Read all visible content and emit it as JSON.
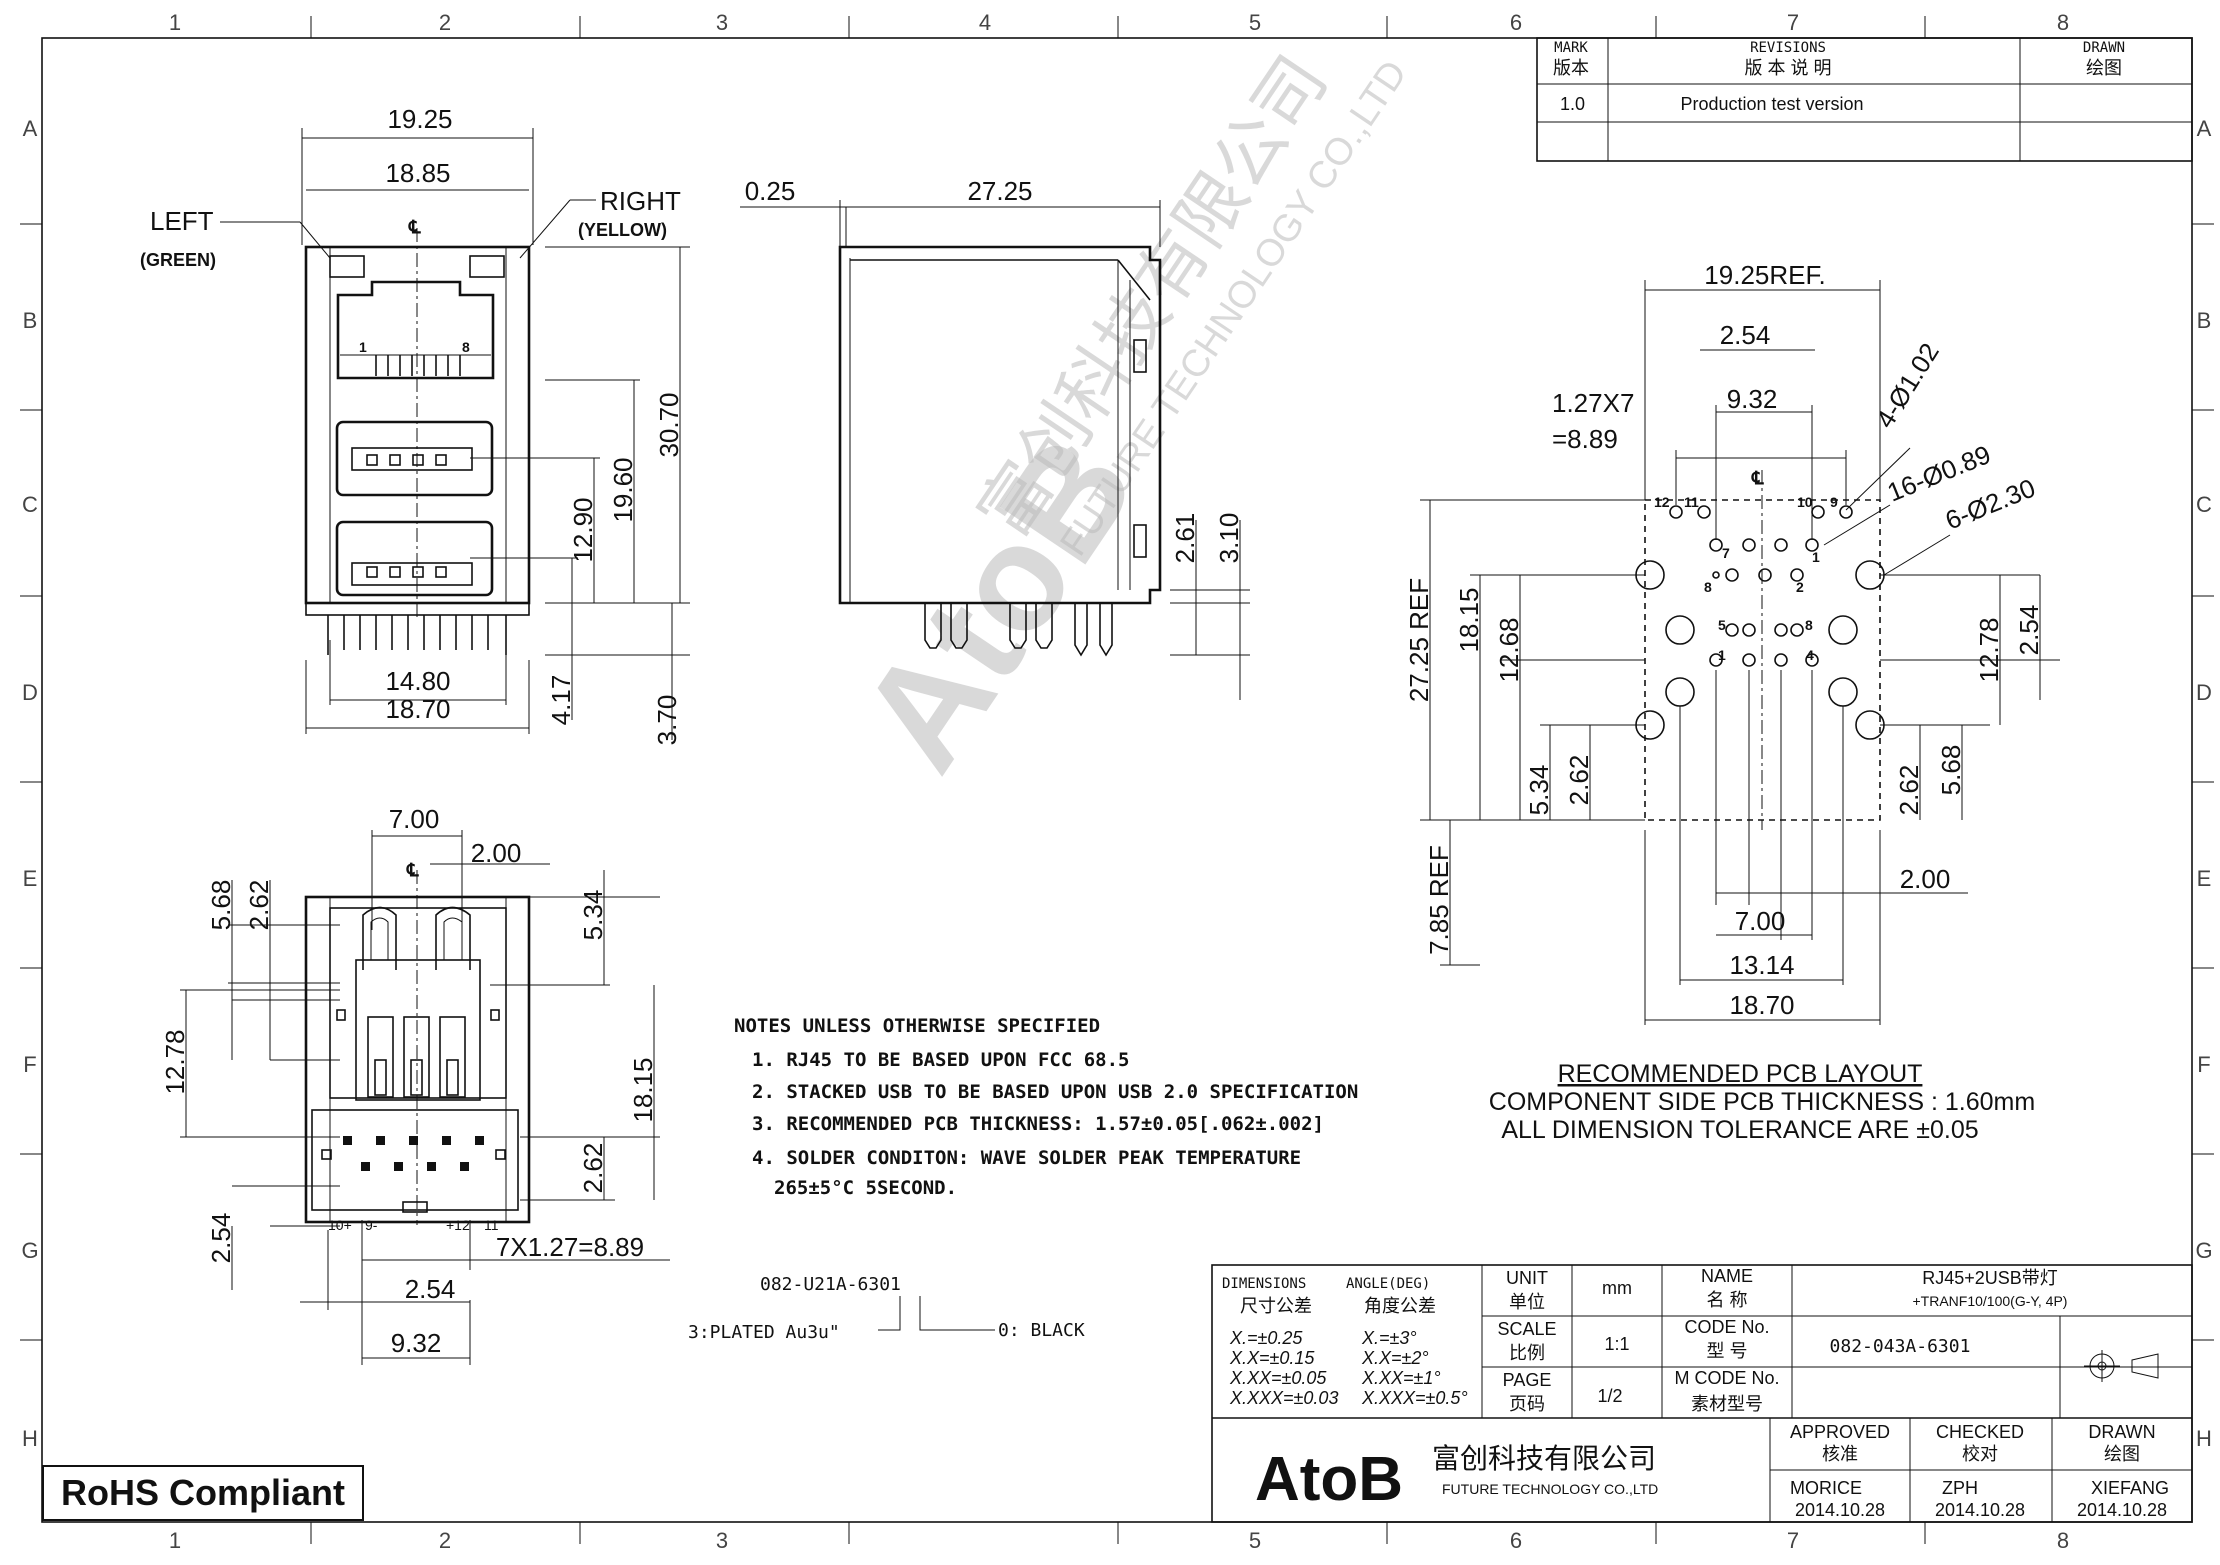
{
  "zones": {
    "columns": [
      "1",
      "2",
      "3",
      "4",
      "5",
      "6",
      "7",
      "8"
    ],
    "rows": [
      "A",
      "B",
      "C",
      "D",
      "E",
      "F",
      "G",
      "H"
    ]
  },
  "revisions": {
    "header": {
      "mark_en": "MARK",
      "mark_cn": "版本",
      "revisions_en": "REVISIONS",
      "revisions_cn": "版 本 说 明",
      "drawn_en": "DRAWN",
      "drawn_cn": "绘图"
    },
    "rows": [
      {
        "mark": "1.0",
        "description": "Production test version",
        "drawn": ""
      }
    ]
  },
  "front_view": {
    "dims": {
      "w_outer": "19.25",
      "w_inner": "18.85",
      "w_usb": "14.80",
      "w_base": "18.70",
      "h_total": "30.70",
      "h_usb": "19.60",
      "h_lower": "12.90",
      "h_pin": "4.17",
      "h_pin2": "3.70"
    },
    "led_left": "LEFT",
    "led_left_color": "(GREEN)",
    "led_right": "RIGHT",
    "led_right_color": "(YELLOW)",
    "pin_one": "1",
    "pin_eight": "8",
    "cl": "℄"
  },
  "side_view": {
    "dims": {
      "offset": "0.25",
      "depth": "27.25",
      "d1": "2.61",
      "d2": "3.10"
    }
  },
  "bottom_view": {
    "dims": {
      "top_a": "7.00",
      "top_b": "2.00",
      "l_a": "5.68",
      "l_b": "2.62",
      "l_c": "12.78",
      "r_a": "5.34",
      "r_b": "18.15",
      "r_c": "2.62",
      "b_a": "2.54",
      "pitch": "7X1.27=8.89",
      "b_b": "2.54",
      "b_c": "9.32"
    },
    "pin_labels": [
      "10+",
      "9-",
      "+12",
      "11"
    ]
  },
  "part_code": {
    "number": "082-U21A-6301",
    "plating": "3:PLATED Au3u\"",
    "color": "0: BLACK"
  },
  "notes": {
    "title": "NOTES UNLESS OTHERWISE SPECIFIED",
    "items": [
      "1. RJ45 TO BE BASED UPON FCC 68.5",
      "2. STACKED USB TO BE BASED UPON USB 2.0 SPECIFICATION",
      "3. RECOMMENDED PCB THICKNESS: 1.57±0.05[.062±.002]",
      "4. SOLDER CONDITON: WAVE SOLDER PEAK TEMPERATURE",
      "265±5°C 5SECOND."
    ]
  },
  "pcb_layout": {
    "dims": {
      "w_ref": "19.25REF.",
      "p1": "2.54",
      "p2": "9.32",
      "pitch_a": "1.27X7",
      "pitch_b": "=8.89",
      "holes_a": "4-Ø1.02",
      "holes_b": "16-Ø0.89",
      "holes_c": "6-Ø2.30",
      "h_ref": "27.25 REF",
      "h1": "18.15",
      "h2": "12.68",
      "h3": "5.34",
      "h4": "2.62",
      "r1": "12.78",
      "r2": "2.54",
      "r3": "2.62",
      "r4": "5.68",
      "b1": "2.00",
      "b2": "7.00",
      "b3": "13.14",
      "b4": "18.70",
      "v_ref": "7.85 REF"
    },
    "pin_labels": [
      "12",
      "11",
      "10",
      "9",
      "7",
      "1",
      "8",
      "2",
      "5",
      "8",
      "1",
      "4"
    ],
    "cl": "℄",
    "title": "RECOMMENDED PCB LAYOUT",
    "line2": "COMPONENT SIDE   PCB THICKNESS : 1.60mm",
    "line3": "ALL DIMENSION TOLERANCE ARE ±0.05"
  },
  "watermark": {
    "logo": "AtoB",
    "cn": "富创科技有限公司",
    "en": "FUTURE TECHNOLOGY CO.,LTD"
  },
  "title_block": {
    "tol_head_en": "DIMENSIONS",
    "tol_head_cn": "尺寸公差",
    "ang_head_en": "ANGLE(DEG)",
    "ang_head_cn": "角度公差",
    "tol": [
      "X.=±0.25",
      "X.X=±0.15",
      "X.XX=±0.05",
      "X.XXX=±0.03"
    ],
    "ang": [
      "X.=±3°",
      "X.X=±2°",
      "X.XX=±1°",
      "X.XXX=±0.5°"
    ],
    "unit_en": "UNIT",
    "unit_cn": "单位",
    "unit_val": "mm",
    "scale_en": "SCALE",
    "scale_cn": "比例",
    "scale_val": "1:1",
    "page_en": "PAGE",
    "page_cn": "页码",
    "page_val": "1/2",
    "name_en": "NAME",
    "name_cn": "名   称",
    "name_val1": "RJ45+2USB带灯",
    "name_val2": "+TRANF10/100(G-Y, 4P)",
    "code_en": "CODE No.",
    "code_cn": "型   号",
    "code_val": "082-043A-6301",
    "mcode_en": "M CODE No.",
    "mcode_cn": "素材型号",
    "mcode_val": "",
    "logo": "AtoB",
    "company_cn": "富创科技有限公司",
    "company_en": "FUTURE TECHNOLOGY CO.,LTD",
    "approved_en": "APPROVED",
    "approved_cn": "核准",
    "approved_name": "MORICE",
    "approved_date": "2014.10.28",
    "checked_en": "CHECKED",
    "checked_cn": "校对",
    "checked_name": "ZPH",
    "checked_date": "2014.10.28",
    "drawn_en": "DRAWN",
    "drawn_cn": "绘图",
    "drawn_name": "XIEFANG",
    "drawn_date": "2014.10.28"
  },
  "rohs": "RoHS Compliant"
}
